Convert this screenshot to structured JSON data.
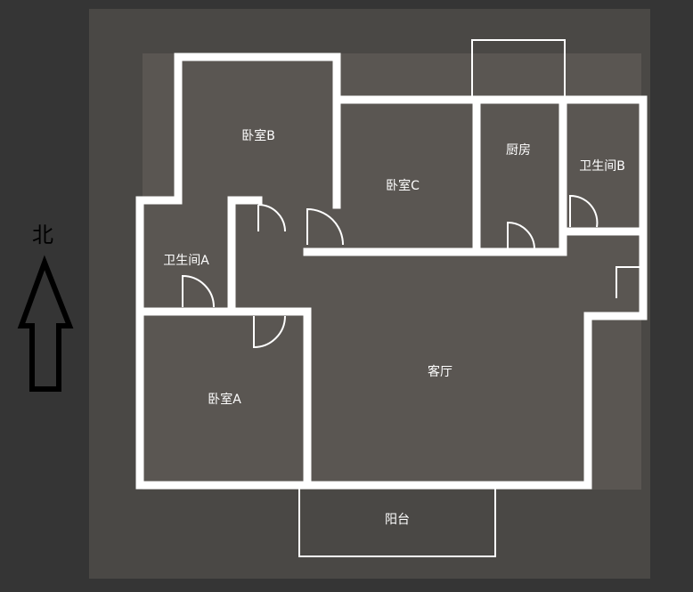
{
  "compass": {
    "label": "北"
  },
  "rooms": {
    "bedroom_b": "卧室B",
    "bedroom_c": "卧室C",
    "kitchen": "厨房",
    "bathroom_b": "卫生间B",
    "bathroom_a": "卫生间A",
    "living_room": "客厅",
    "bedroom_a": "卧室A",
    "balcony": "阳台"
  }
}
